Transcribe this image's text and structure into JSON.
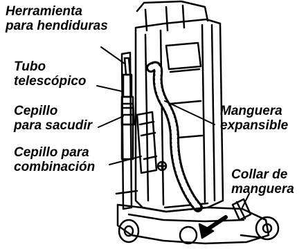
{
  "labels": {
    "crevice_tool": [
      "Herramienta",
      "para hendiduras"
    ],
    "telescopic_tube": [
      "Tubo",
      "telescópico"
    ],
    "dusting_brush": [
      "Cepillo",
      "para sacudir"
    ],
    "combination_brush": [
      "Cepillo para",
      "combinación"
    ],
    "stretch_hose": [
      "Manguera",
      "expansible"
    ],
    "hose_collar": [
      "Collar de",
      "manguera"
    ]
  }
}
